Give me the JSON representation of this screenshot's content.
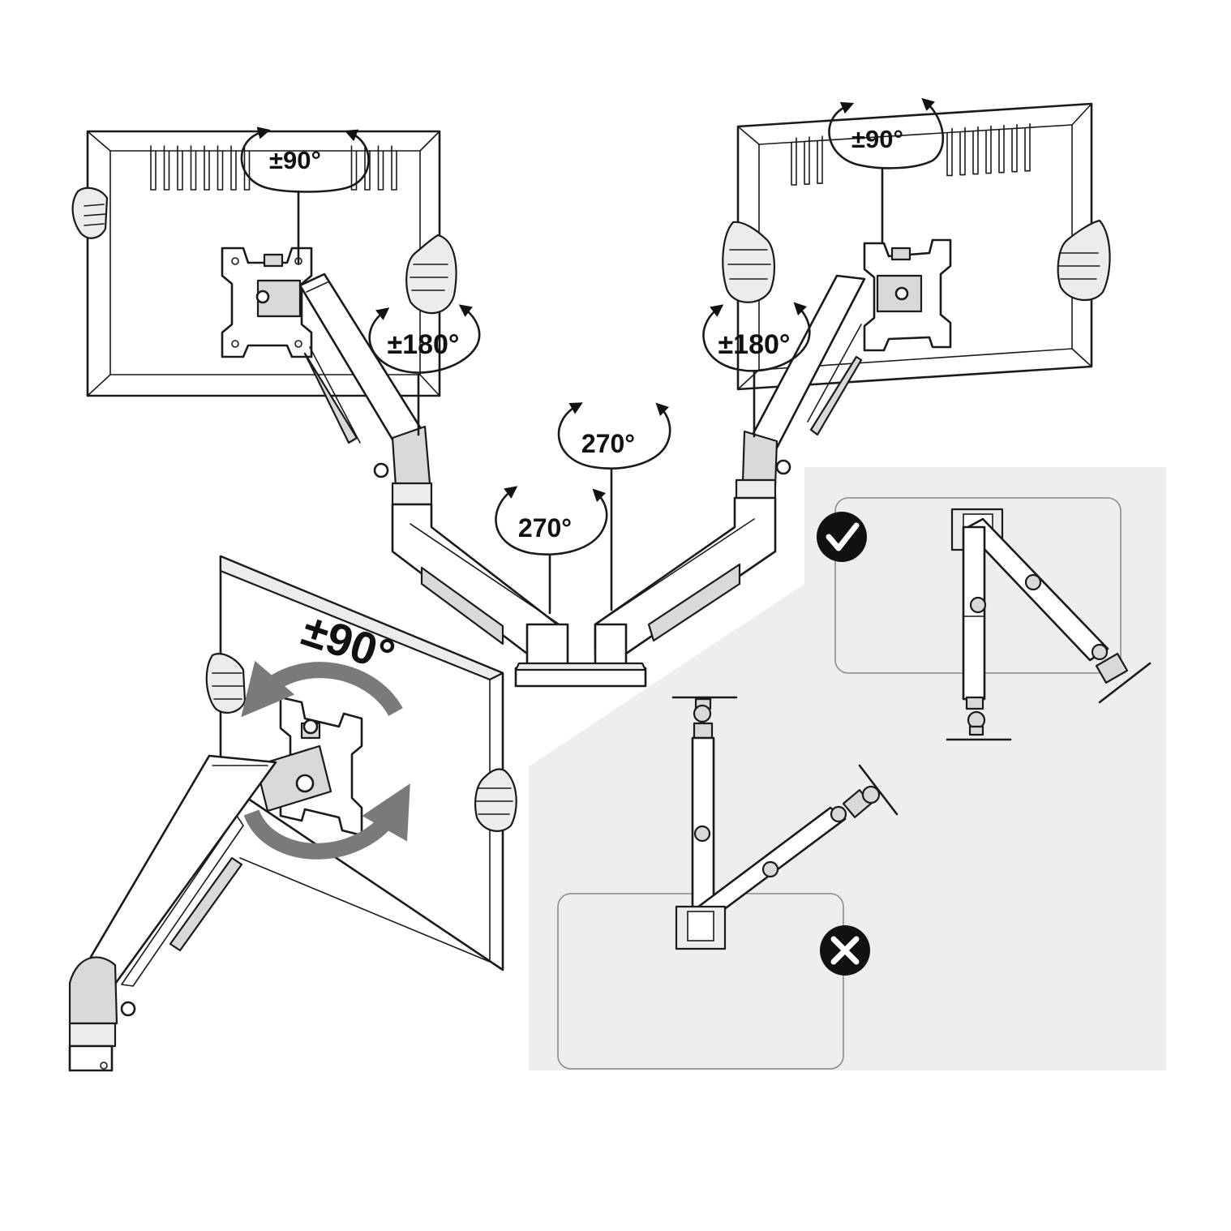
{
  "labels": {
    "left_monitor_rotation": "±90°",
    "right_monitor_rotation": "±90°",
    "left_arm_rotation": "±180°",
    "right_arm_rotation": "±180°",
    "upper_base_rotation": "270°",
    "lower_base_rotation": "270°",
    "portrait_rotation": "±90°"
  },
  "colors": {
    "line": "#1a1a1a",
    "panel_background": "#eeeeee",
    "card_outline": "#8a8a8a",
    "rotation_arrow": "#7a7a7a",
    "badge": "#111111"
  },
  "icons": {
    "correct_badge": "check-circle-icon",
    "wrong_badge": "x-circle-icon"
  }
}
